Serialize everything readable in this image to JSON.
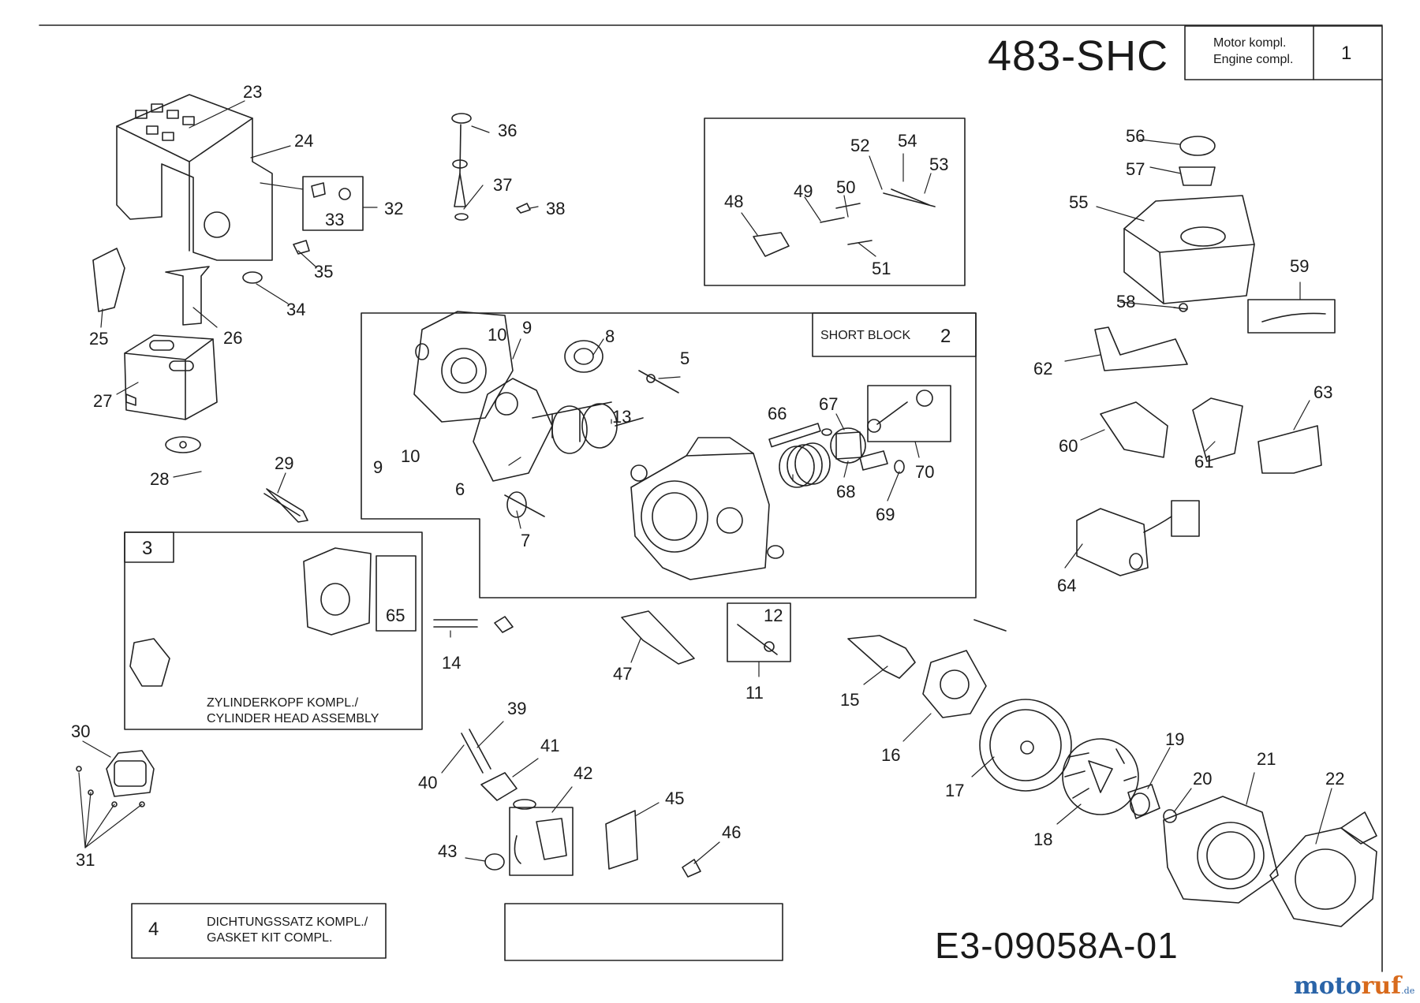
{
  "header": {
    "model": "483-SHC",
    "description_de": "Motor kompl.",
    "description_en": "Engine compl.",
    "number": "1"
  },
  "drawing_number": "E3-09058A-01",
  "watermark": {
    "part1": "moto",
    "part2": "ruf",
    "part3": ".de"
  },
  "assemblies": {
    "short_block": {
      "label": "SHORT BLOCK",
      "number": "2"
    },
    "cylinder_head": {
      "number": "3",
      "label_de": "ZYLINDERKOPF KOMPL./",
      "label_en": "CYLINDER HEAD ASSEMBLY"
    },
    "gasket_kit": {
      "number": "4",
      "label_de": "DICHTUNGSSATZ KOMPL./",
      "label_en": "GASKET KIT COMPL."
    }
  },
  "callouts": {
    "p5": "5",
    "p6": "6",
    "p7": "7",
    "p8": "8",
    "p9a": "9",
    "p9b": "9",
    "p10a": "10",
    "p10b": "10",
    "p11": "11",
    "p12": "12",
    "p13": "13",
    "p14": "14",
    "p15": "15",
    "p16": "16",
    "p17": "17",
    "p18": "18",
    "p19": "19",
    "p20": "20",
    "p21": "21",
    "p22": "22",
    "p23": "23",
    "p24": "24",
    "p25": "25",
    "p26": "26",
    "p27": "27",
    "p28": "28",
    "p29": "29",
    "p30": "30",
    "p31": "31",
    "p32": "32",
    "p33": "33",
    "p34": "34",
    "p35": "35",
    "p36": "36",
    "p37": "37",
    "p38": "38",
    "p39": "39",
    "p40": "40",
    "p41": "41",
    "p42": "42",
    "p43": "43",
    "p45": "45",
    "p46": "46",
    "p47": "47",
    "p48": "48",
    "p49": "49",
    "p50": "50",
    "p51": "51",
    "p52": "52",
    "p53": "53",
    "p54": "54",
    "p55": "55",
    "p56": "56",
    "p57": "57",
    "p58": "58",
    "p59": "59",
    "p60": "60",
    "p61": "61",
    "p62": "62",
    "p63": "63",
    "p64": "64",
    "p65": "65",
    "p66": "66",
    "p67": "67",
    "p68": "68",
    "p69": "69",
    "p70": "70"
  }
}
